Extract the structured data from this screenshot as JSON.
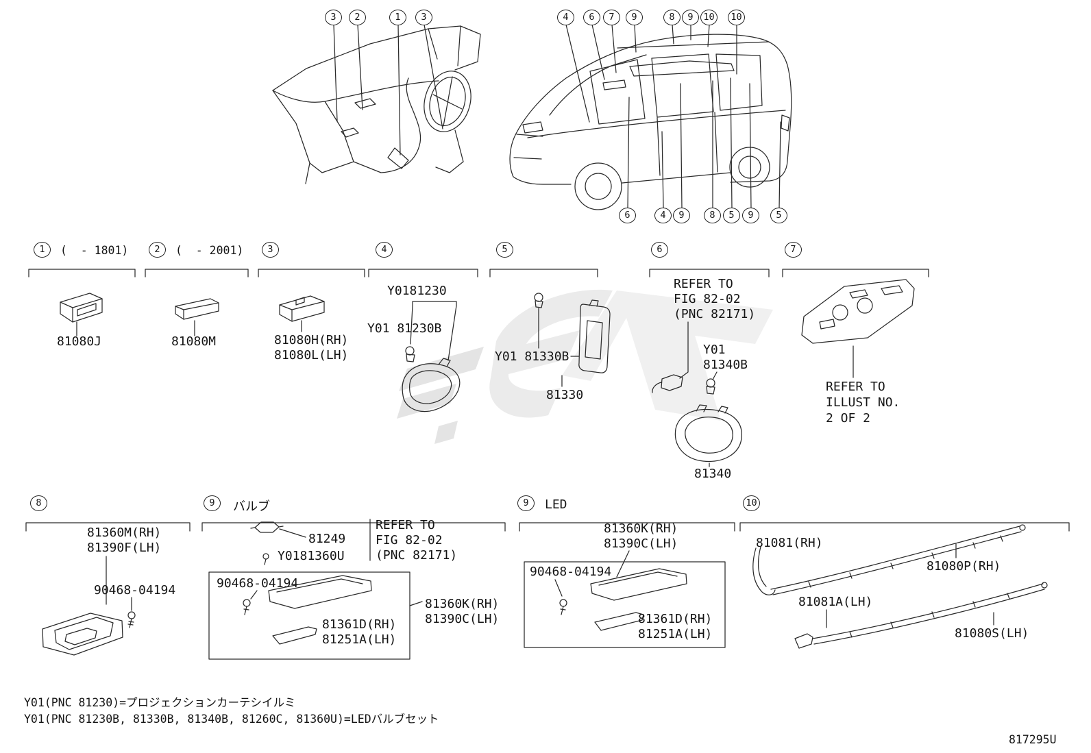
{
  "diagram": {
    "doc_number": "817295U",
    "notes": [
      "Y01(PNC 81230)=プロジェクションカーテシイルミ",
      "Y01(PNC 81230B, 81330B, 81340B, 81260C, 81360U)=LEDバルブセット"
    ]
  },
  "callouts": {
    "dashboard": [
      "3",
      "2",
      "1",
      "3"
    ],
    "van_top": [
      "4",
      "6",
      "7",
      "9",
      "8",
      "9",
      "10",
      "10"
    ],
    "van_bottom": [
      "6",
      "4",
      "9",
      "8",
      "5",
      "9",
      "5"
    ]
  },
  "sections": {
    "s1": {
      "num": "1",
      "range": "(  - 1801)",
      "part": "81080J"
    },
    "s2": {
      "num": "2",
      "range": "(  - 2001)",
      "part": "81080M"
    },
    "s3": {
      "num": "3",
      "part_rh": "81080H(RH)",
      "part_lh": "81080L(LH)"
    },
    "s4": {
      "num": "4",
      "part_set": "Y0181230",
      "part_bulb": "Y01 81230B"
    },
    "s5": {
      "num": "5",
      "part_bulb": "Y01 81330B",
      "part": "81330"
    },
    "s6": {
      "num": "6",
      "refer_1": "REFER TO",
      "refer_2": "FIG 82-02",
      "refer_3": "(PNC 82171)",
      "part_bulb_1": "Y01",
      "part_bulb_2": "81340B",
      "part": "81340"
    },
    "s7": {
      "num": "7",
      "refer_1": "REFER TO",
      "refer_2": "ILLUST NO.",
      "refer_3": "2 OF 2"
    },
    "s8": {
      "num": "8",
      "part_rh": "81360M(RH)",
      "part_lh": "81390F(LH)",
      "screw": "90468-04194"
    },
    "s9a": {
      "num": "9",
      "title": "バルブ",
      "part_bulb": "81249",
      "part_set": "Y0181360U",
      "refer_1": "REFER TO",
      "refer_2": "FIG 82-02",
      "refer_3": "(PNC 82171)",
      "screw": "90468-04194",
      "part_rh": "81360K(RH)",
      "part_lh": "81390C(LH)",
      "sub_rh": "81361D(RH)",
      "sub_lh": "81251A(LH)"
    },
    "s9b": {
      "num": "9",
      "title": "LED",
      "part_rh": "81360K(RH)",
      "part_lh": "81390C(LH)",
      "screw": "90468-04194",
      "sub_rh": "81361D(RH)",
      "sub_lh": "81251A(LH)"
    },
    "s10": {
      "num": "10",
      "part_1": "81081(RH)",
      "part_2": "81080P(RH)",
      "part_3": "81081A(LH)",
      "part_4": "81080S(LH)"
    }
  }
}
